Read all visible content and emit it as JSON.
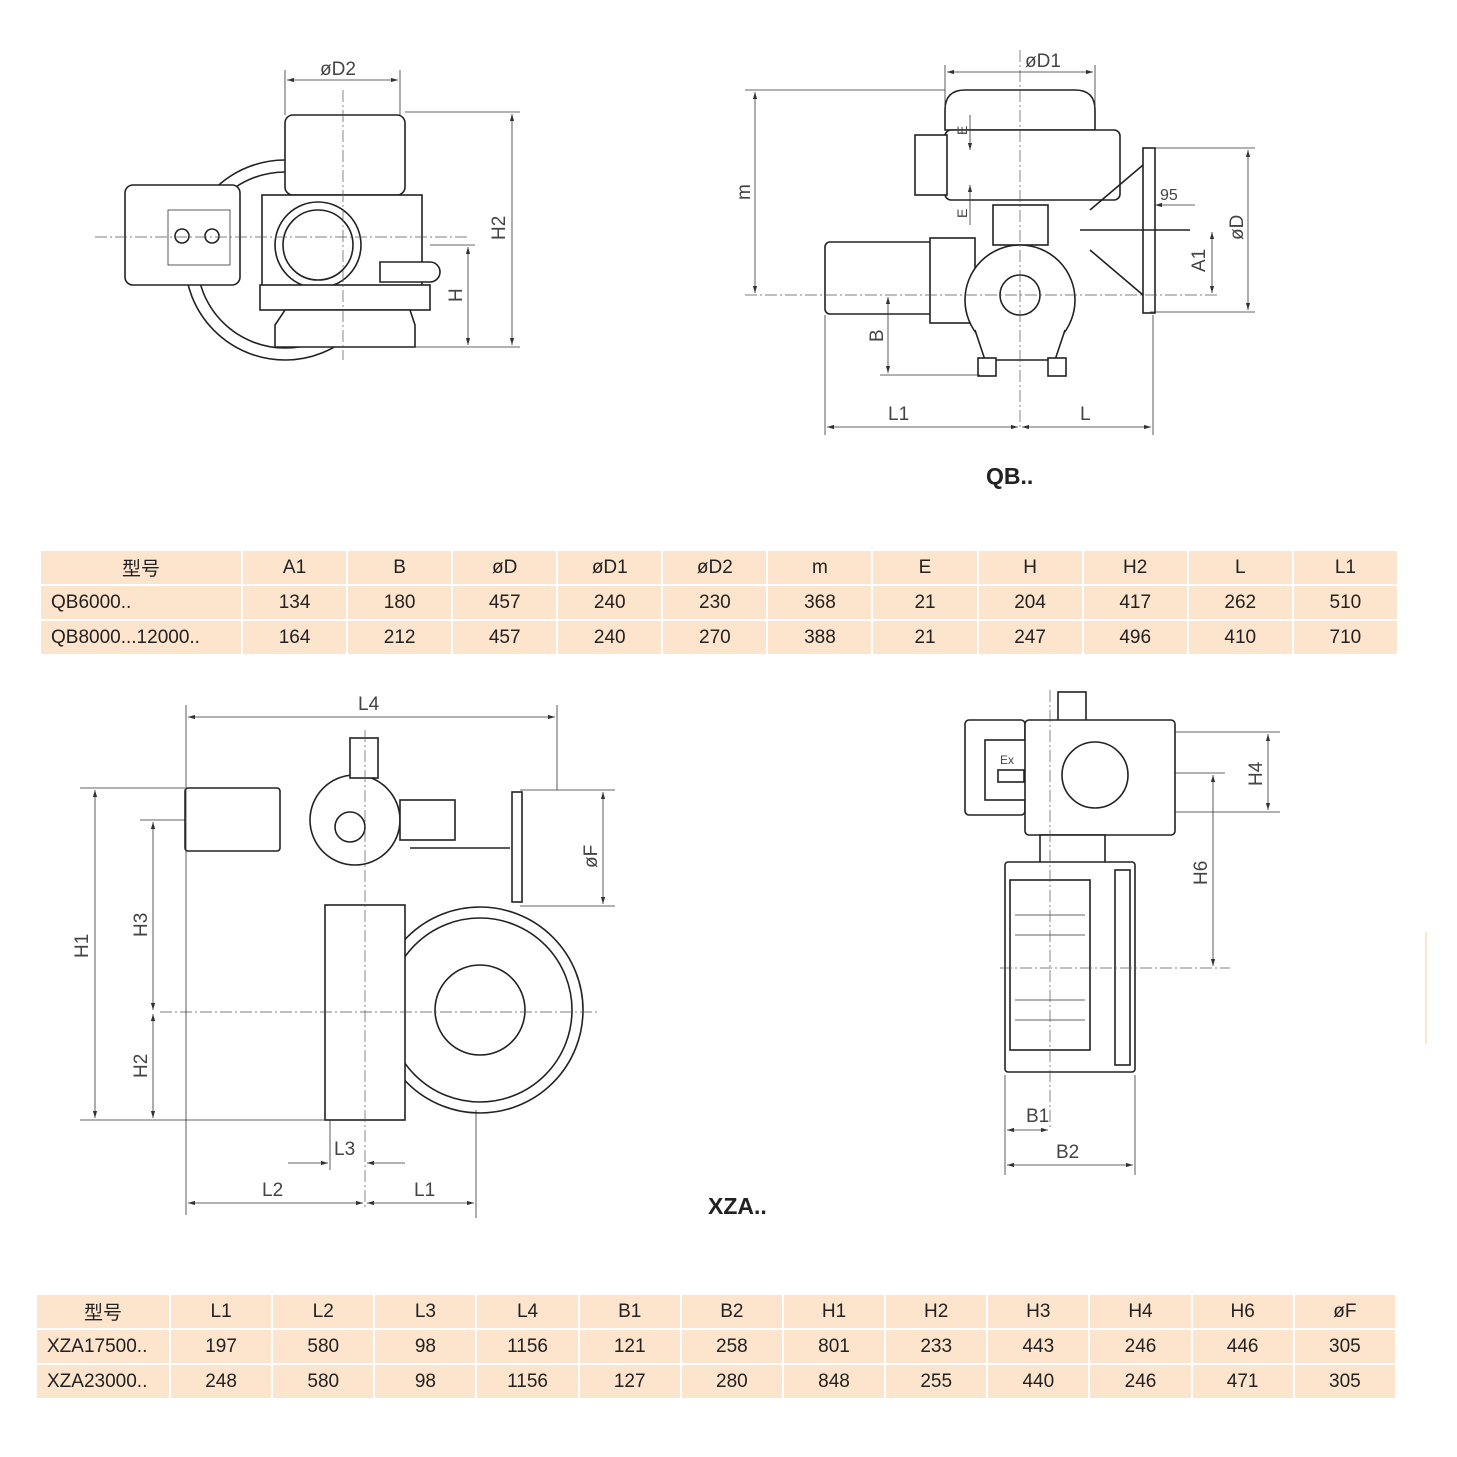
{
  "qb": {
    "caption": "QB..",
    "dims_left": {
      "d2": "øD2",
      "h2": "H2",
      "h": "H"
    },
    "dims_right": {
      "d1": "øD1",
      "m": "m",
      "e1": "E",
      "e2": "E",
      "d95": "95",
      "d": "øD",
      "a1": "A1",
      "b": "B",
      "l1": "L1",
      "l": "L"
    },
    "table": {
      "headers": [
        "型号",
        "A1",
        "B",
        "øD",
        "øD1",
        "øD2",
        "m",
        "E",
        "H",
        "H2",
        "L",
        "L1"
      ],
      "rows": [
        [
          "QB6000..",
          "134",
          "180",
          "457",
          "240",
          "230",
          "368",
          "21",
          "204",
          "417",
          "262",
          "510"
        ],
        [
          "QB8000...12000..",
          "164",
          "212",
          "457",
          "240",
          "270",
          "388",
          "21",
          "247",
          "496",
          "410",
          "710"
        ]
      ]
    }
  },
  "xza": {
    "caption": "XZA..",
    "dims_left": {
      "l4": "L4",
      "f": "øF",
      "h1": "H1",
      "h3": "H3",
      "h2": "H2",
      "l3": "L3",
      "l2": "L2",
      "l1": "L1"
    },
    "dims_right": {
      "h4": "H4",
      "h6": "H6",
      "b1": "B1",
      "b2": "B2",
      "ex": "Ex"
    },
    "table": {
      "headers": [
        "型号",
        "L1",
        "L2",
        "L3",
        "L4",
        "B1",
        "B2",
        "H1",
        "H2",
        "H3",
        "H4",
        "H6",
        "øF"
      ],
      "rows": [
        [
          "XZA17500..",
          "197",
          "580",
          "98",
          "1156",
          "121",
          "258",
          "801",
          "233",
          "443",
          "246",
          "446",
          "305"
        ],
        [
          "XZA23000..",
          "248",
          "580",
          "98",
          "1156",
          "127",
          "280",
          "848",
          "255",
          "440",
          "246",
          "471",
          "305"
        ]
      ]
    }
  },
  "colors": {
    "table_bg": "#fde4cd",
    "line": "#222222"
  }
}
